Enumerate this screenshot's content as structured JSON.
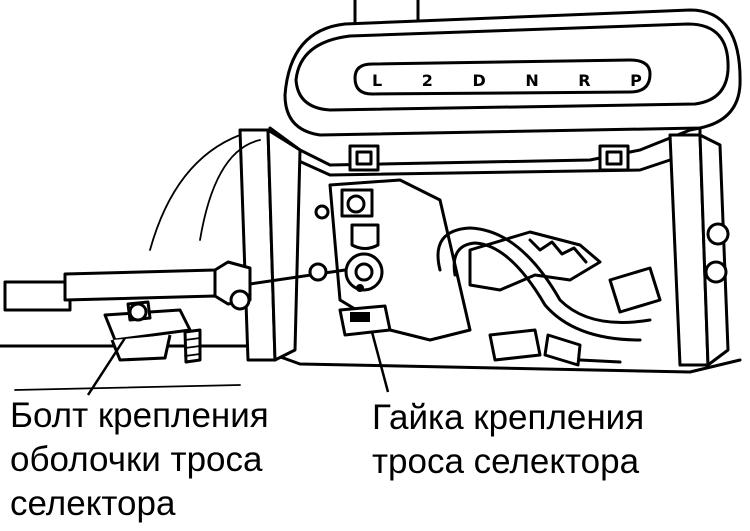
{
  "labels": {
    "bolt_line1": "Болт крепления",
    "bolt_line2": "оболочки троса",
    "bolt_line3": "селектора",
    "nut_line1": "Гайка крепления",
    "nut_line2": "троса селектора"
  },
  "gear_positions": "L 2 D N R P"
}
